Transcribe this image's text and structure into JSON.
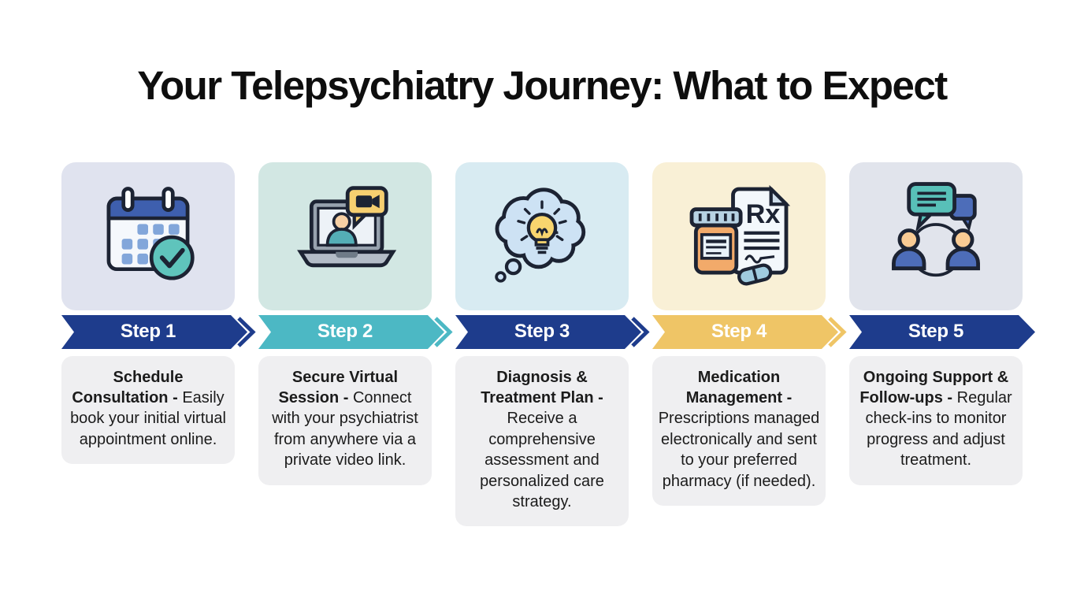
{
  "title": "Your Telepsychiatry Journey: What to Expect",
  "colors": {
    "page_background": "#ffffff",
    "title_text": "#0e0e0e",
    "body_text": "#1b1b1b",
    "textbox_background": "#efeff1",
    "banner_text": "#ffffff",
    "icon_outline": "#1c2333",
    "navy": "#1e3c8c",
    "teal": "#4cb8c4",
    "gold": "#efc566"
  },
  "steps": [
    {
      "label": "Step 1",
      "icon": "calendar-check-icon",
      "panel_bg": "#e0e3ef",
      "banner_color": "#1e3c8c",
      "title": "Schedule Consultation -",
      "description": "Easily book your initial virtual appointment online."
    },
    {
      "label": "Step 2",
      "icon": "laptop-video-call-icon",
      "panel_bg": "#d2e7e3",
      "banner_color": "#4cb8c4",
      "title": "Secure Virtual Session -",
      "description": "Connect with your psychiatrist from anywhere via a private video link."
    },
    {
      "label": "Step 3",
      "icon": "thought-bubble-lightbulb-icon",
      "panel_bg": "#d8ebf2",
      "banner_color": "#1e3c8c",
      "title": "Diagnosis & Treatment Plan -",
      "description": "Receive a comprehensive assessment and personalized care strategy."
    },
    {
      "label": "Step 4",
      "icon": "prescription-medication-icon",
      "panel_bg": "#f9f0d6",
      "banner_color": "#efc566",
      "title": "Medication Management -",
      "description": "Prescriptions managed electronically and sent to your preferred pharmacy (if needed)."
    },
    {
      "label": "Step 5",
      "icon": "people-chat-followup-icon",
      "panel_bg": "#e1e4ec",
      "banner_color": "#1e3c8c",
      "title": "Ongoing Support & Follow-ups -",
      "description": "Regular check-ins to monitor progress and adjust treatment."
    }
  ]
}
